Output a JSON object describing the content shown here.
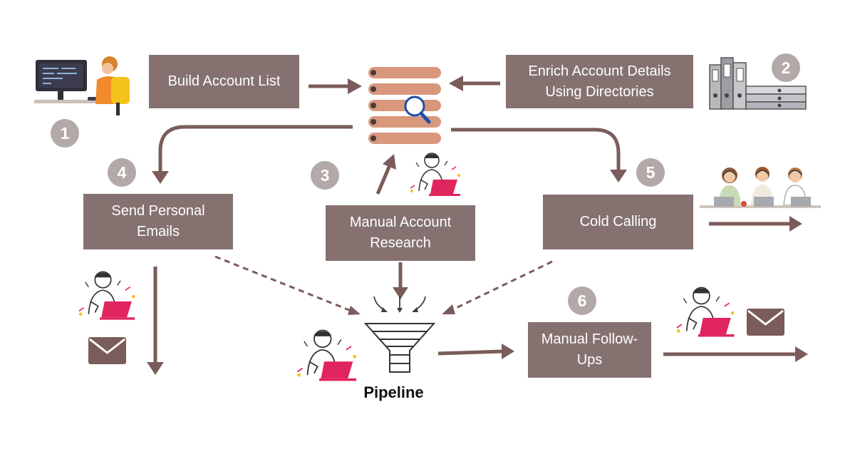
{
  "steps": {
    "build_account_list": "Build Account List",
    "enrich_account_details": "Enrich Account Details Using Directories",
    "manual_account_research": "Manual Account Research",
    "send_personal_emails": "Send Personal Emails",
    "cold_calling": "Cold Calling",
    "manual_follow_ups": "Manual Follow-Ups"
  },
  "badges": [
    "1",
    "2",
    "3",
    "4",
    "5",
    "6"
  ],
  "pipeline_label": "Pipeline",
  "colors": {
    "box": "#857270",
    "arrow": "#7a5c5a",
    "badge": "#b3a9a8",
    "database": "#d9977c",
    "accent_red": "#e0245e",
    "magnifier": "#1f4fa8"
  },
  "icons": [
    "developer-at-desk-icon",
    "binders-icon",
    "database-search-icon",
    "stressed-worker-laptop-icon",
    "call-center-agents-icon",
    "email-envelope-icon",
    "funnel-icon"
  ]
}
